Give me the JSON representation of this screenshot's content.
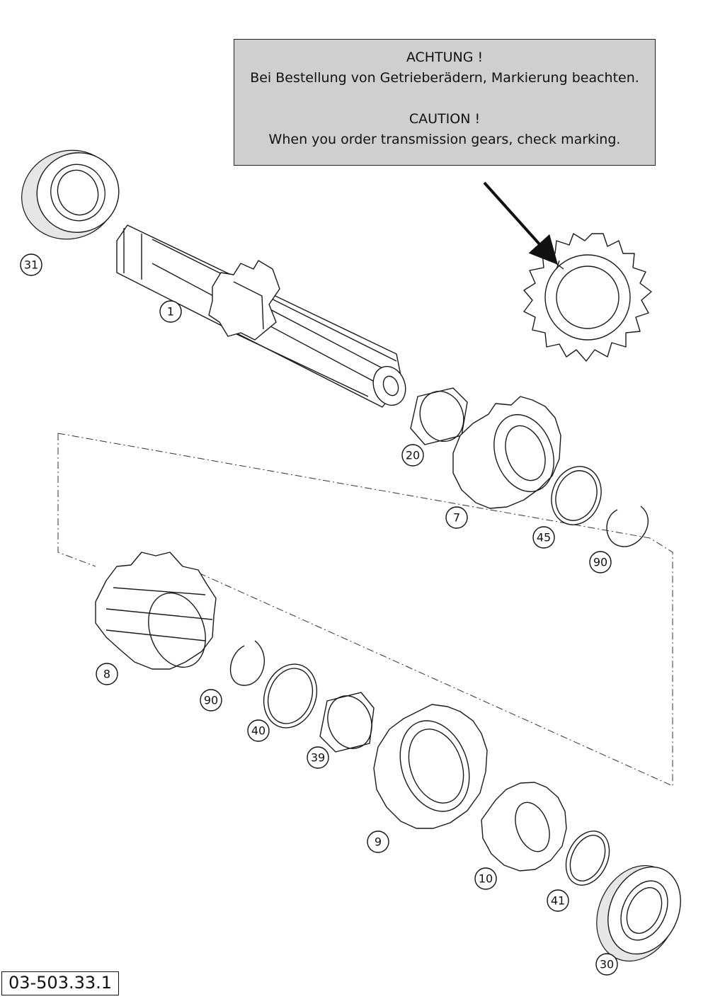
{
  "notice": {
    "heading_de": "ACHTUNG !",
    "text_de": "Bei Bestellung von Getrieberädern, Markierung beachten.",
    "heading_en": "CAUTION !",
    "text_en": "When you order transmission gears, check marking."
  },
  "callouts": {
    "c31": "31",
    "c1": "1",
    "c20": "20",
    "c7": "7",
    "c45": "45",
    "c90a": "90",
    "c8": "8",
    "c90b": "90",
    "c40": "40",
    "c39": "39",
    "c9": "9",
    "c10": "10",
    "c41": "41",
    "c30": "30"
  },
  "document_id": "03-503.33.1"
}
